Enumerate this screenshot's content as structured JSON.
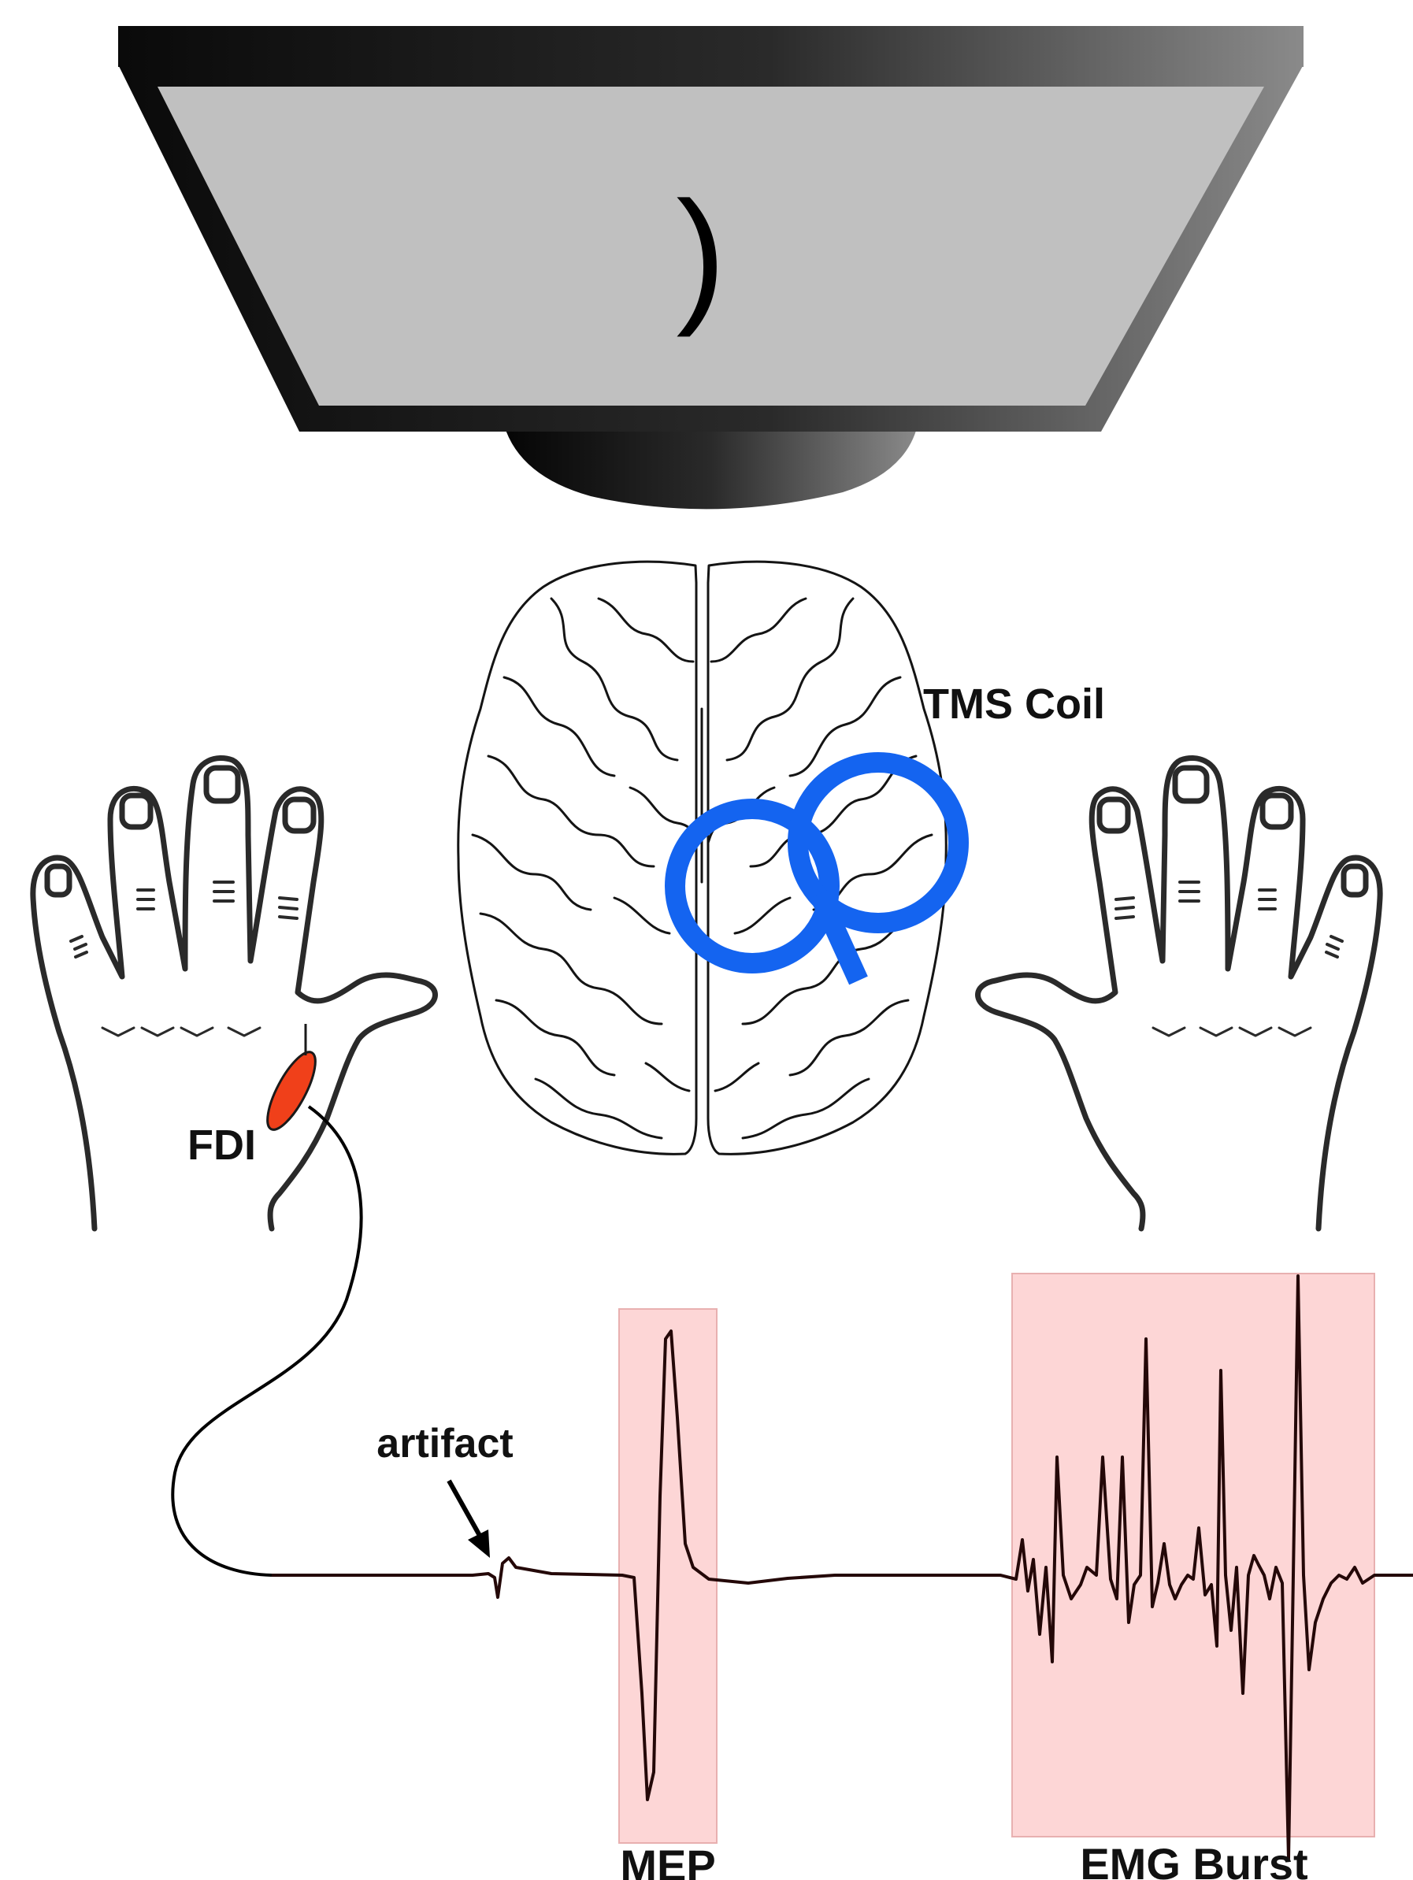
{
  "monitor": {
    "stimulus_glyph": ")"
  },
  "labels": {
    "tms_coil": "TMS Coil",
    "fdi": "FDI",
    "artifact": "artifact",
    "mep": "MEP",
    "emg_burst": "EMG Burst"
  },
  "colors": {
    "screen_fill": "#c0c0c0",
    "coil": "#1464f0",
    "fdi_muscle": "#f0401a",
    "highlight_region": "#fdd6d6",
    "emg_trace": "#240808"
  }
}
